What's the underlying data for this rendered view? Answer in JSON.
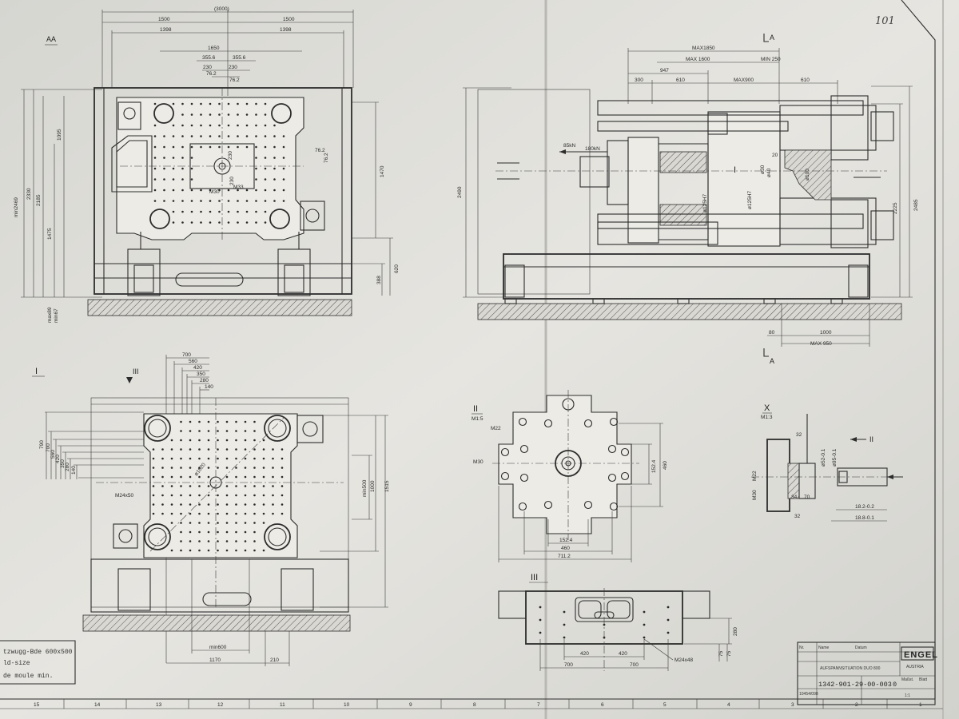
{
  "sheet_number": "101",
  "view_labels": {
    "aa": "AA",
    "a_top": "A",
    "a_bottom": "A",
    "i": "I",
    "iii_mark": "III",
    "ii": "II",
    "ii_scale": "M1:5",
    "iii": "III",
    "x": "X",
    "x_scale": "M1:3",
    "ii_arrow": "II"
  },
  "view_aa": {
    "top": [
      "(3000)",
      "1500",
      "1500",
      "1398",
      "1398",
      "1650",
      "355.6",
      "355.6",
      "230",
      "230",
      "76.2",
      "76.2"
    ],
    "left": [
      "min2469",
      "2330",
      "2185",
      "1475",
      "1095",
      "max89",
      "min67"
    ],
    "right": [
      "1470",
      "620",
      "388"
    ],
    "inner": [
      "76.2",
      "76.2",
      "230",
      "230",
      "M30",
      "M33"
    ]
  },
  "view_side": {
    "top": [
      "MAX1850",
      "MAX 1600",
      "MIN 250",
      "947",
      "300",
      "610",
      "MAX900",
      "610"
    ],
    "forces": [
      "85kN",
      "180kN"
    ],
    "left": [
      "2490"
    ],
    "right": [
      "2225",
      "2485"
    ],
    "inner": [
      "ø125H7",
      "ø125H7",
      "20",
      "ø40",
      "ø30",
      "ø100"
    ],
    "bottom": [
      "80",
      "1000",
      "MAX 950"
    ]
  },
  "view_i": {
    "top": [
      "700",
      "560",
      "420",
      "350",
      "280",
      "140"
    ],
    "left": [
      "790",
      "700",
      "560",
      "420",
      "350",
      "280",
      "140"
    ],
    "right": [
      "min500",
      "1000",
      "1515"
    ],
    "inner": [
      "M24x50",
      "ø1620"
    ],
    "bottom": [
      "min600",
      "1170",
      "210"
    ]
  },
  "view_ii": {
    "labels": [
      "M22",
      "M30"
    ],
    "right": [
      "152.4",
      "460"
    ],
    "bottom": [
      "152.4",
      "460",
      "711.2"
    ]
  },
  "view_iii": {
    "bottom": [
      "420",
      "420",
      "700",
      "700"
    ],
    "inner": [
      "M24x48"
    ],
    "right": [
      "280",
      "75",
      "75"
    ]
  },
  "view_x": {
    "labels": [
      "32",
      "ø52-0.1",
      "ø95-0.1",
      "M22",
      "M30",
      "34",
      "70",
      "32"
    ],
    "dims": [
      "18.2-0.2",
      "18.8-0.1"
    ]
  },
  "note_lines": [
    "tzwugg-Bde 600x500",
    "ld-size",
    "de moule min."
  ],
  "title_block": {
    "title": "AUFSPANNSITUATION DUO 800",
    "drawing_number": "1342-901-29-00-003",
    "revision": "0",
    "order_number": "10454/098",
    "brand_top": "ENGEL",
    "brand_bottom": "AUSTRIA",
    "scale": "1:1",
    "small_fields": [
      "Nr.",
      "Name",
      "Datum",
      "Maßst.",
      "Blatt"
    ]
  },
  "border_numbers": [
    "15",
    "14",
    "13",
    "12",
    "11",
    "10",
    "9",
    "8",
    "7",
    "6",
    "5",
    "4",
    "3",
    "2",
    "1"
  ]
}
